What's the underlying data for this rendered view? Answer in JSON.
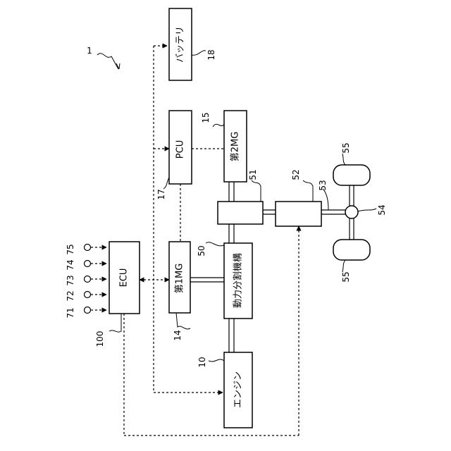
{
  "figure": {
    "system_ref": "1",
    "blocks": {
      "battery": "バッテリ",
      "pcu": "PCU",
      "mg2": "第2MG",
      "mg1": "第1MG",
      "ecu": "ECU",
      "power_split": "動力分割機構",
      "engine": "エンジン"
    },
    "refs": {
      "engine": "10",
      "mg1": "14",
      "mg2": "15",
      "pcu": "17",
      "battery": "18",
      "power_split": "50",
      "box51": "51",
      "box52": "52",
      "shaft": "53",
      "differential": "54",
      "wheel_top": "55",
      "wheel_bottom": "55",
      "ecu": "100",
      "sensor71": "71",
      "sensor72": "72",
      "sensor73": "73",
      "sensor74": "74",
      "sensor75": "75"
    }
  }
}
